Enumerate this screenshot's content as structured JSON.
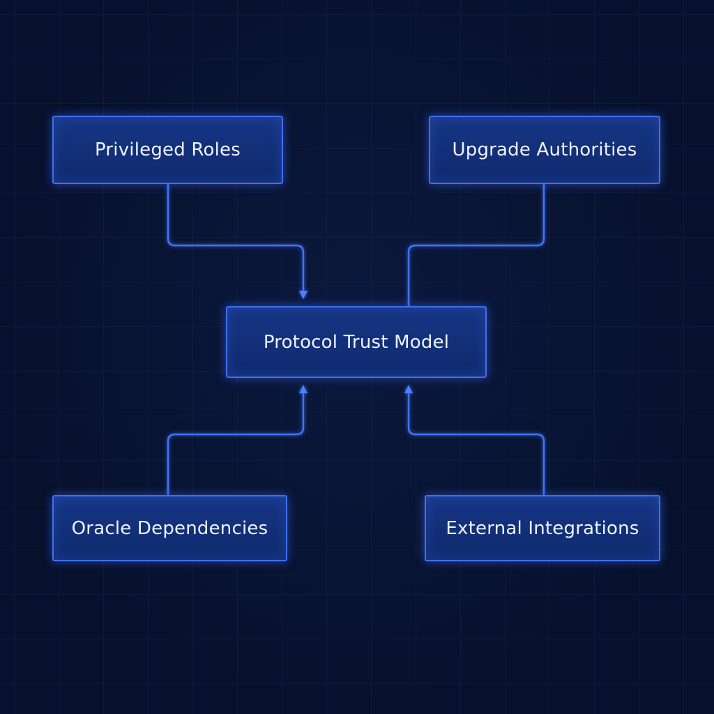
{
  "diagram": {
    "nodes": [
      {
        "id": "privileged",
        "label": "Privileged Roles"
      },
      {
        "id": "upgrade",
        "label": "Upgrade Authorities"
      },
      {
        "id": "center",
        "label": "Protocol Trust Model"
      },
      {
        "id": "oracle",
        "label": "Oracle Dependencies"
      },
      {
        "id": "external",
        "label": "External Integrations"
      }
    ],
    "edges": [
      {
        "from": "privileged",
        "to": "center",
        "arrow": "into-center"
      },
      {
        "from": "upgrade",
        "to": "center",
        "arrow": "none"
      },
      {
        "from": "oracle",
        "to": "center",
        "arrow": "into-center"
      },
      {
        "from": "external",
        "to": "center",
        "arrow": "into-center"
      }
    ],
    "colors": {
      "background": "#07112d",
      "node_fill": "#163584",
      "node_border": "#3f6ff0",
      "connector": "#3f74ff",
      "text": "#eef3ff"
    }
  }
}
